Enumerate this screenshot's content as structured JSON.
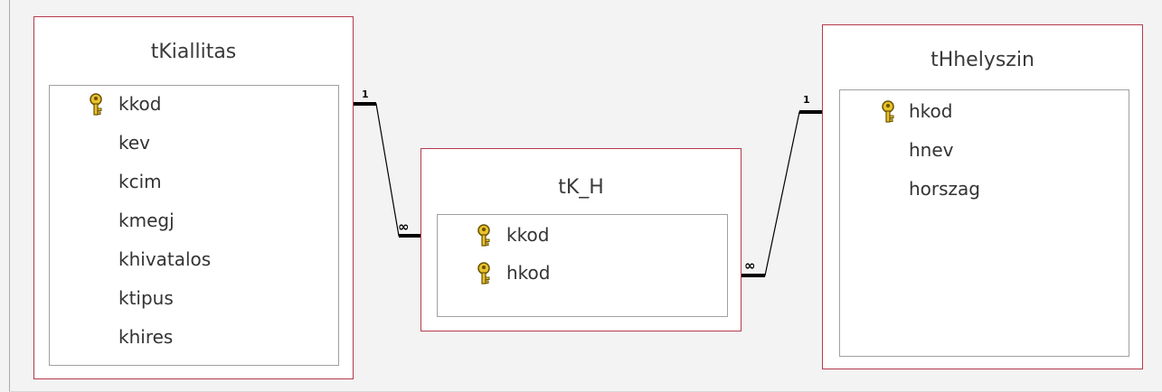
{
  "tables": [
    {
      "id": "tKiallitas",
      "title": "tKiallitas",
      "fields": [
        {
          "name": "kkod",
          "key": true
        },
        {
          "name": "kev",
          "key": false
        },
        {
          "name": "kcim",
          "key": false
        },
        {
          "name": "kmegj",
          "key": false
        },
        {
          "name": "khivatalos",
          "key": false
        },
        {
          "name": "ktipus",
          "key": false
        },
        {
          "name": "khires",
          "key": false
        }
      ]
    },
    {
      "id": "tK_H",
      "title": "tK_H",
      "fields": [
        {
          "name": "kkod",
          "key": true
        },
        {
          "name": "hkod",
          "key": true
        }
      ]
    },
    {
      "id": "tHhelyszin",
      "title": "tHhelyszin",
      "fields": [
        {
          "name": "hkod",
          "key": true
        },
        {
          "name": "hnev",
          "key": false
        },
        {
          "name": "horszag",
          "key": false
        }
      ]
    }
  ],
  "relationships": [
    {
      "from_table": "tKiallitas",
      "from_field": "kkod",
      "from_label": "1",
      "to_table": "tK_H",
      "to_field": "kkod",
      "to_label": "∞"
    },
    {
      "from_table": "tHhelyszin",
      "from_field": "hkod",
      "from_label": "1",
      "to_table": "tK_H",
      "to_field": "hkod",
      "to_label": "∞"
    }
  ],
  "colors": {
    "table_border": "#b43a4c",
    "field_list_border": "#a0a0a0",
    "key_icon_fill": "#e8c12f",
    "key_icon_stroke": "#6a5300",
    "relation_line": "#000000"
  },
  "icons": {
    "primary_key": "key-icon"
  }
}
